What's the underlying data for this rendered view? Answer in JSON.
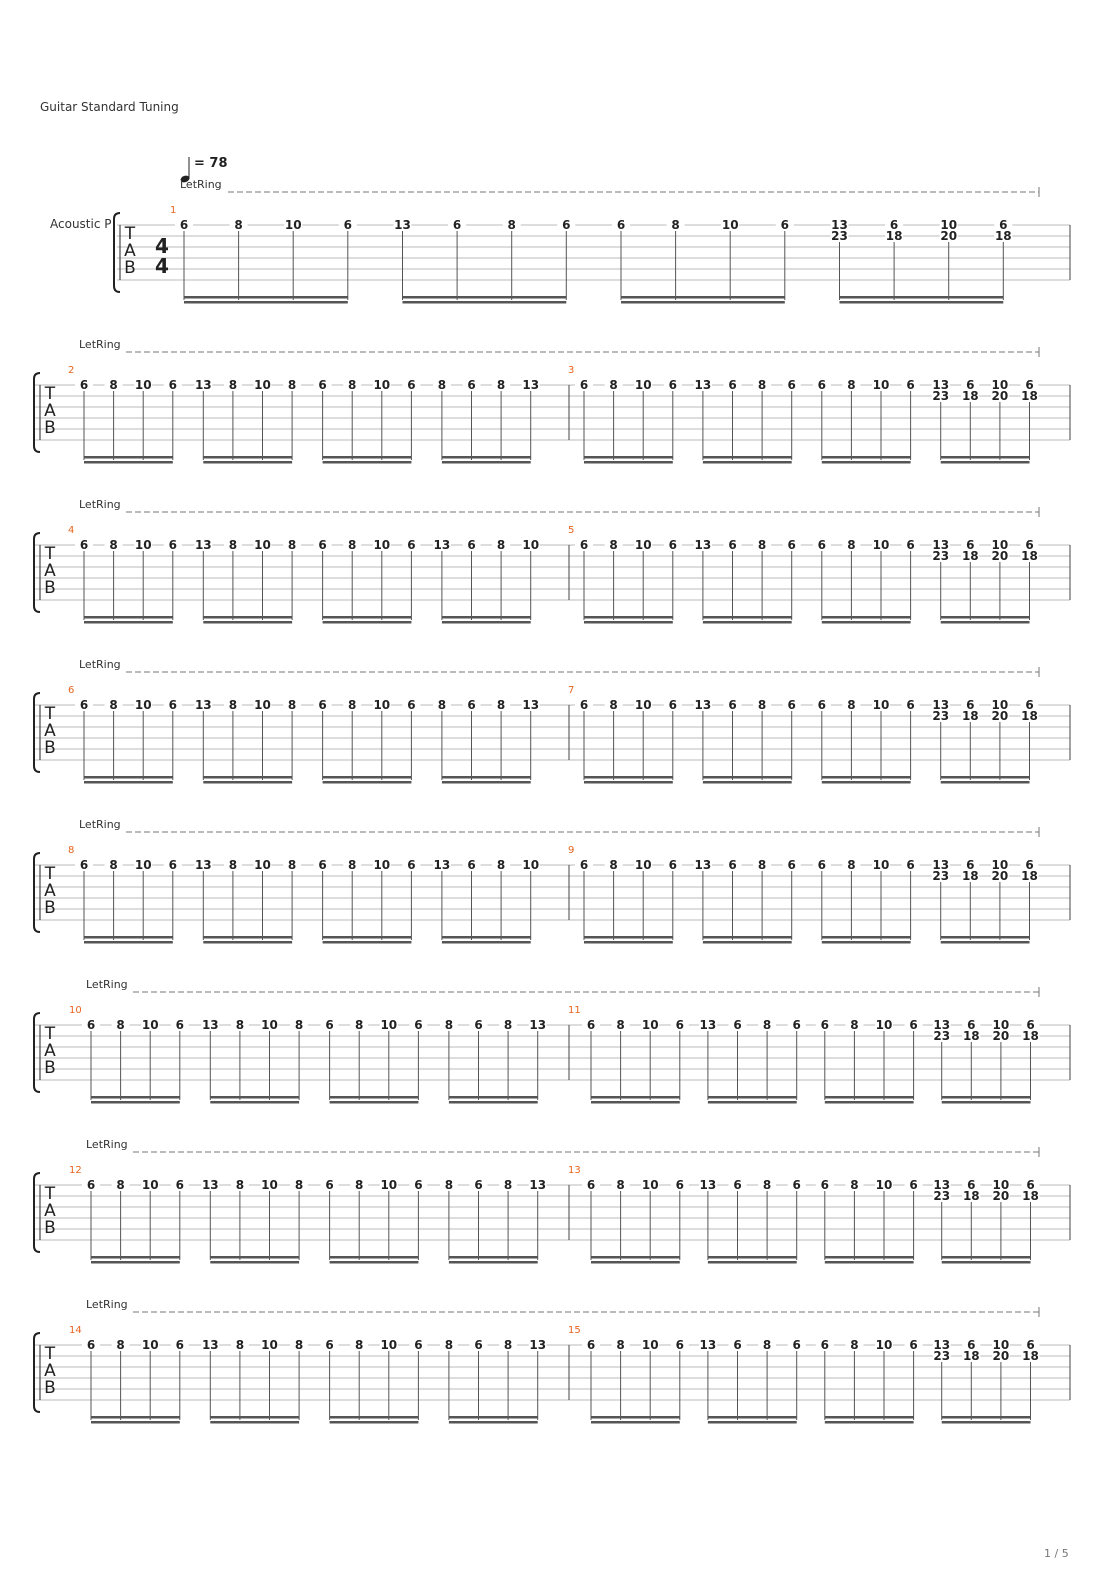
{
  "document": {
    "tuning_label": "Guitar Standard Tuning",
    "tempo_label": "= 78",
    "track_name": "Acoustic P",
    "let_ring_label": "LetRing",
    "tab_letters": [
      "T",
      "A",
      "B"
    ],
    "time_signature": {
      "numerator": "4",
      "denominator": "4"
    },
    "page_indicator": "1 / 5"
  },
  "colors": {
    "bar_number": "#e8641e",
    "staff_line": "#bbbbbb",
    "fret_text": "#222222",
    "beam": "#555555"
  },
  "patterns": {
    "odd": [
      [
        [
          "6"
        ],
        [
          "8"
        ],
        [
          "10"
        ],
        [
          "6"
        ],
        [
          "13"
        ],
        [
          "6"
        ],
        [
          "8"
        ],
        [
          "6"
        ],
        [
          "6"
        ],
        [
          "8"
        ],
        [
          "10"
        ],
        [
          "6"
        ],
        [
          "13",
          "23"
        ],
        [
          "6",
          "18"
        ],
        [
          "10",
          "20"
        ],
        [
          "6",
          "18"
        ]
      ]
    ],
    "even_end13": [
      [
        [
          "6"
        ],
        [
          "8"
        ],
        [
          "10"
        ],
        [
          "6"
        ],
        [
          "13"
        ],
        [
          "8"
        ],
        [
          "10"
        ],
        [
          "8"
        ],
        [
          "6"
        ],
        [
          "8"
        ],
        [
          "10"
        ],
        [
          "6"
        ],
        [
          "8"
        ],
        [
          "6"
        ],
        [
          "8"
        ],
        [
          "13"
        ]
      ]
    ],
    "even_end10": [
      [
        [
          "6"
        ],
        [
          "8"
        ],
        [
          "10"
        ],
        [
          "6"
        ],
        [
          "13"
        ],
        [
          "8"
        ],
        [
          "10"
        ],
        [
          "8"
        ],
        [
          "6"
        ],
        [
          "8"
        ],
        [
          "10"
        ],
        [
          "6"
        ],
        [
          "13"
        ],
        [
          "6"
        ],
        [
          "8"
        ],
        [
          "10"
        ]
      ]
    ]
  },
  "systems": [
    {
      "bars": [
        {
          "number": "1",
          "pattern": "odd"
        }
      ]
    },
    {
      "bars": [
        {
          "number": "2",
          "pattern": "even_end13"
        },
        {
          "number": "3",
          "pattern": "odd"
        }
      ]
    },
    {
      "bars": [
        {
          "number": "4",
          "pattern": "even_end10"
        },
        {
          "number": "5",
          "pattern": "odd"
        }
      ]
    },
    {
      "bars": [
        {
          "number": "6",
          "pattern": "even_end13"
        },
        {
          "number": "7",
          "pattern": "odd"
        }
      ]
    },
    {
      "bars": [
        {
          "number": "8",
          "pattern": "even_end10"
        },
        {
          "number": "9",
          "pattern": "odd"
        }
      ]
    },
    {
      "bars": [
        {
          "number": "10",
          "pattern": "even_end13"
        },
        {
          "number": "11",
          "pattern": "odd"
        }
      ]
    },
    {
      "bars": [
        {
          "number": "12",
          "pattern": "even_end13"
        },
        {
          "number": "13",
          "pattern": "odd"
        }
      ]
    },
    {
      "bars": [
        {
          "number": "14",
          "pattern": "even_end13"
        },
        {
          "number": "15",
          "pattern": "odd"
        }
      ]
    }
  ]
}
